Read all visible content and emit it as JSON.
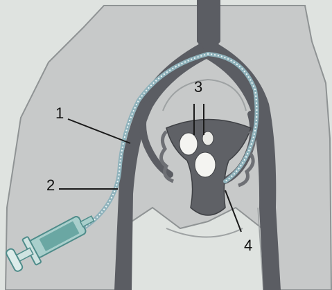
{
  "diagram": {
    "callouts": [
      {
        "id": "1",
        "text": "1"
      },
      {
        "id": "2",
        "text": "2"
      },
      {
        "id": "3",
        "text": "3"
      },
      {
        "id": "4",
        "text": "4"
      }
    ]
  },
  "colors": {
    "background": "#dfe3e0",
    "body": "#c7c9c9",
    "body_outline": "#8f9394",
    "vessel": "#5b5d63",
    "vessel_dark": "#44464b",
    "catheter": "#8fb2bb",
    "catheter_dots": "#eef6f7",
    "uterus": "#5f6166",
    "ovary_white": "#f4f4f1",
    "syringe_teal": "#4f8c8a",
    "syringe_light": "#a9cfcc",
    "leader_line": "#1a1a1a"
  }
}
